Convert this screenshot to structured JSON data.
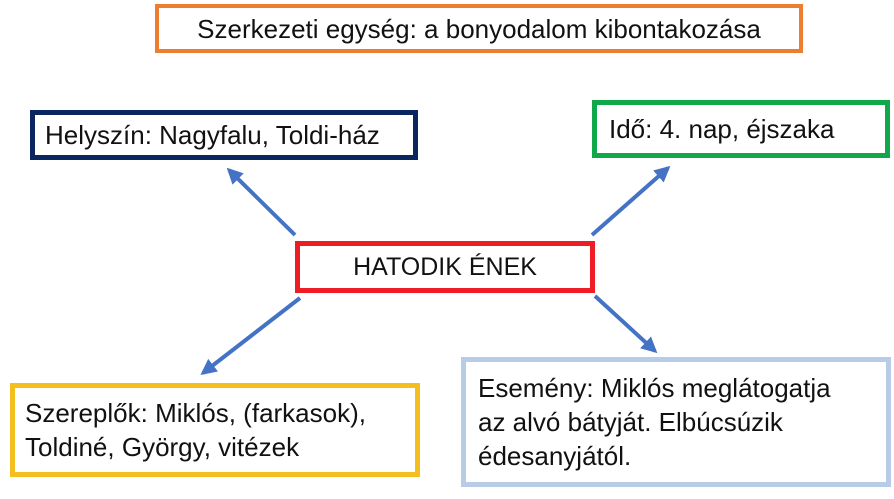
{
  "diagram": {
    "title": "Szerkezeti egység: a bonyodalom kibontakozása",
    "center": "HATODIK ÉNEK",
    "place": "Helyszín: Nagyfalu, Toldi-ház",
    "time": "Idő: 4. nap, éjszaka",
    "characters": [
      "Szereplők: Miklós, (farkasok),",
      "Toldiné, György, vitézek"
    ],
    "event": [
      "Esemény: Miklós meglátogatja",
      "az alvó bátyját. Elbúcsúzik",
      "édesanyjától."
    ]
  },
  "colors": {
    "title_border": "#ED7D31",
    "place_border": "#0A2560",
    "time_border": "#10A84A",
    "center_border": "#EE1C25",
    "characters_border": "#F4BE1E",
    "event_border": "#B8CCE8",
    "arrow": "#4472C4"
  }
}
